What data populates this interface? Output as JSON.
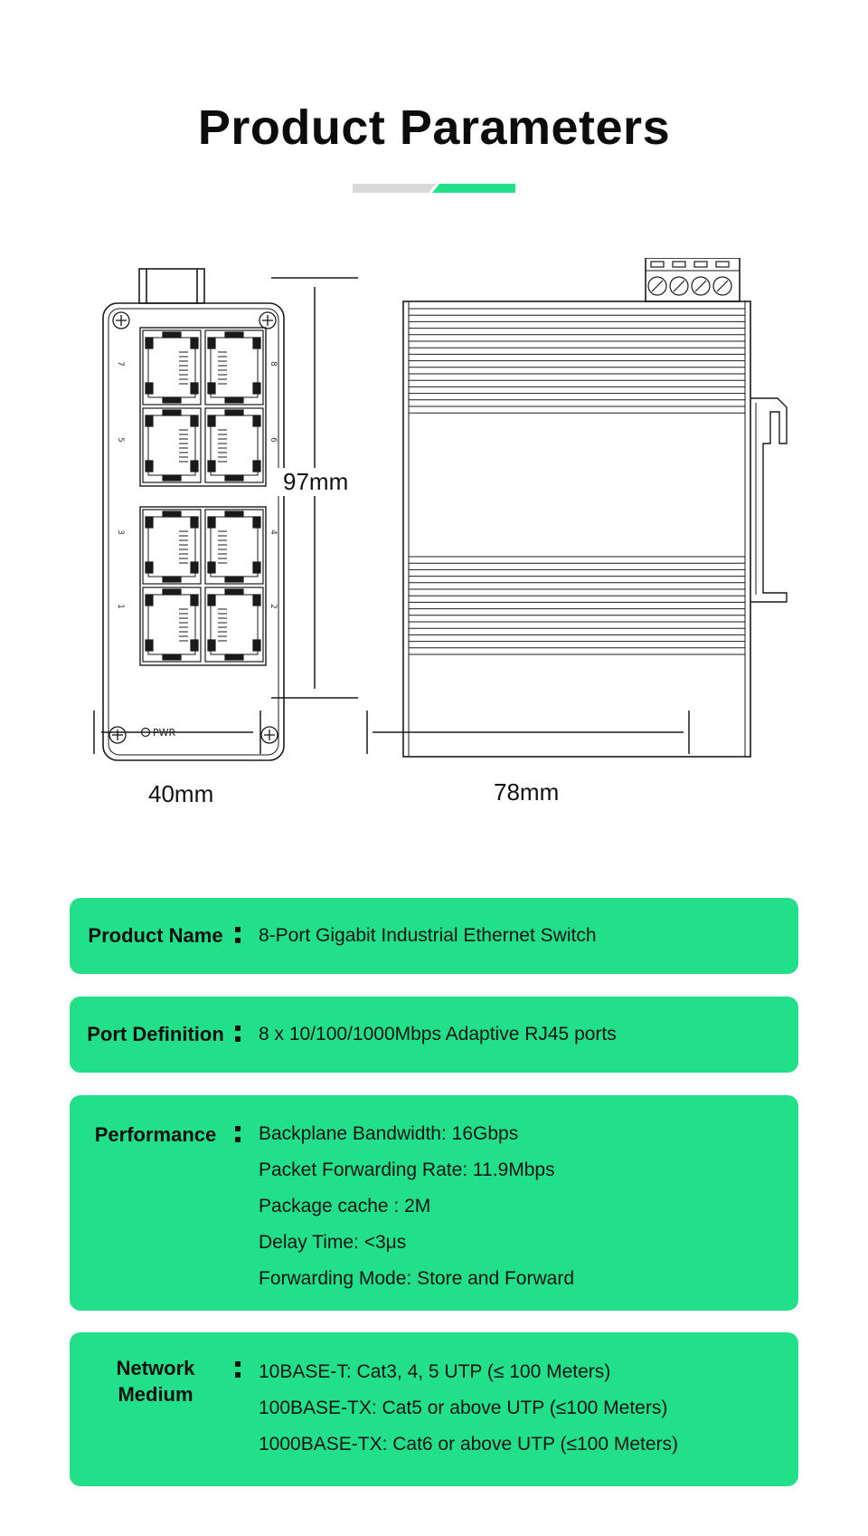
{
  "header": {
    "title": "Product Parameters",
    "accent_colors": {
      "grey": "#d9d9d9",
      "green": "#22e08a"
    }
  },
  "drawing": {
    "height_label": "97mm",
    "front_width_label": "40mm",
    "side_width_label": "78mm",
    "pwr_label": "PWR",
    "port_numbers": [
      "7",
      "8",
      "5",
      "6",
      "3",
      "4",
      "1",
      "2"
    ],
    "icons": [
      "screw-icon",
      "rj45-port-icon",
      "terminal-block-icon",
      "led-icon",
      "din-rail-clip-icon"
    ]
  },
  "specs": [
    {
      "label_lines": [
        "Product Name"
      ],
      "values": [
        "8-Port Gigabit Industrial Ethernet Switch"
      ]
    },
    {
      "label_lines": [
        "Port Definition"
      ],
      "values": [
        "8 x 10/100/1000Mbps Adaptive RJ45 ports"
      ]
    },
    {
      "label_lines": [
        "Performance"
      ],
      "values": [
        "Backplane Bandwidth:  16Gbps",
        "Packet Forwarding Rate:  11.9Mbps",
        "Package cache :  2M",
        "Delay Time:  <3μs",
        "Forwarding Mode:  Store and Forward"
      ]
    },
    {
      "label_lines": [
        "Network",
        "Medium"
      ],
      "values": [
        "10BASE-T: Cat3, 4, 5 UTP (≤ 100 Meters)",
        "100BASE-TX: Cat5 or above UTP (≤100 Meters)",
        "1000BASE-TX: Cat6 or above UTP (≤100 Meters)"
      ]
    }
  ],
  "colors": {
    "card": "#22e08a",
    "text": "#111111"
  }
}
